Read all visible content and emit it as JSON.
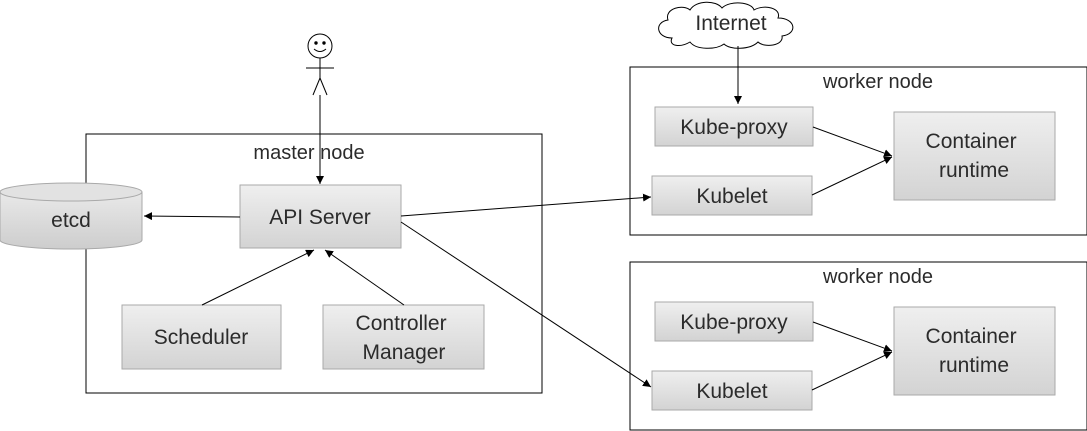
{
  "internet": {
    "label": "Internet"
  },
  "master": {
    "title": "master node",
    "api_server": "API Server",
    "scheduler": "Scheduler",
    "controller_manager": [
      "Controller",
      "Manager"
    ]
  },
  "etcd": {
    "label": "etcd"
  },
  "workers": [
    {
      "title": "worker node",
      "kube_proxy": "Kube-proxy",
      "kubelet": "Kubelet",
      "runtime": [
        "Container",
        "runtime"
      ]
    },
    {
      "title": "worker node",
      "kube_proxy": "Kube-proxy",
      "kubelet": "Kubelet",
      "runtime": [
        "Container",
        "runtime"
      ]
    }
  ]
}
